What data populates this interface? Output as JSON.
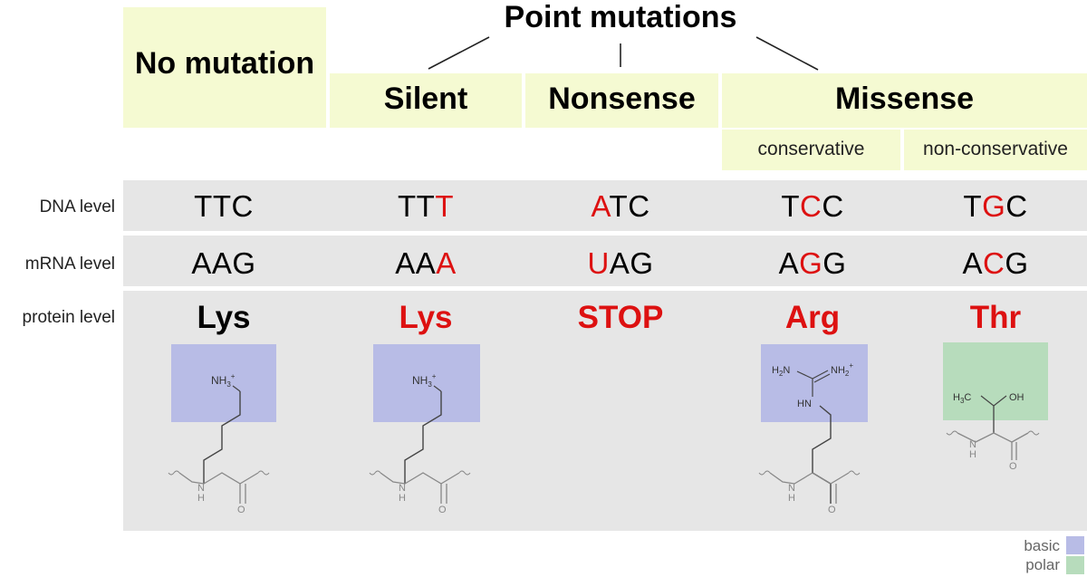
{
  "title": "Point mutations",
  "headers": {
    "no_mutation": "No mutation",
    "silent": "Silent",
    "nonsense": "Nonsense",
    "missense": "Missense",
    "conservative": "conservative",
    "non_conservative": "non-conservative"
  },
  "row_labels": {
    "dna": "DNA level",
    "mrna": "mRNA level",
    "protein": "protein level"
  },
  "columns": {
    "none": {
      "dna": [
        "TTC",
        "",
        ""
      ],
      "mrna": [
        "AAG",
        "",
        ""
      ],
      "protein": "Lys",
      "side_chain": "lysine"
    },
    "silent": {
      "dna": [
        "TT",
        "T",
        ""
      ],
      "mrna": [
        "AA",
        "A",
        ""
      ],
      "protein": "Lys",
      "side_chain": "lysine"
    },
    "nonsense": {
      "dna": [
        "",
        "A",
        "TC"
      ],
      "mrna": [
        "",
        "U",
        "AG"
      ],
      "protein": "STOP"
    },
    "conservative": {
      "dna": [
        "T",
        "C",
        "C"
      ],
      "mrna": [
        "A",
        "G",
        "G"
      ],
      "protein": "Arg",
      "side_chain": "arginine"
    },
    "non_conservative": {
      "dna": [
        "T",
        "G",
        "C"
      ],
      "mrna": [
        "A",
        "C",
        "G"
      ],
      "protein": "Thr",
      "side_chain": "threonine"
    }
  },
  "chem_labels": {
    "nh3": "NH",
    "nh3_sub": "3",
    "nh3_sup": "+",
    "h2n": "H",
    "h2n_sub": "2",
    "h2n_n": "N",
    "nh2": "NH",
    "nh2_sub": "2",
    "nh2_sup": "+",
    "hn": "HN",
    "h3c": "H",
    "h3c_sub": "3",
    "h3c_c": "C",
    "oh": "OH",
    "n": "N",
    "h": "H",
    "o": "O"
  },
  "legend": {
    "basic": "basic",
    "polar": "polar"
  },
  "colors": {
    "basic": "#b8bce6",
    "polar": "#b7dcbc",
    "header_fill": "#f5fad2",
    "band": "#e6e6e6",
    "mutation": "#dd1111"
  }
}
